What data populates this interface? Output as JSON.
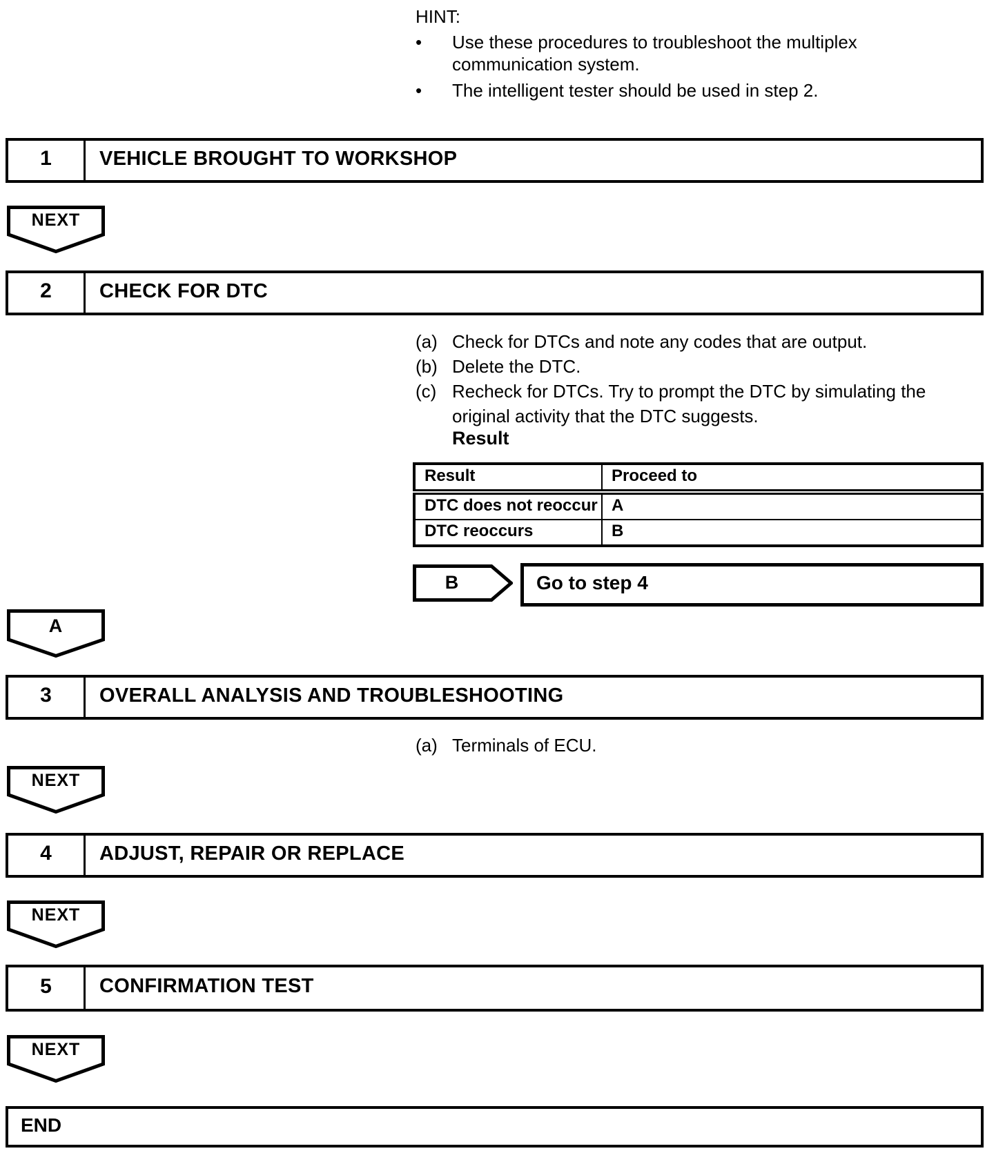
{
  "page": {
    "background": "#ffffff",
    "ink": "#000000"
  },
  "hint": {
    "label": "HINT:",
    "bullet_glyph": "•",
    "bullets": [
      "Use these procedures to troubleshoot the multiplex communication system.",
      "The intelligent tester should be used in step 2."
    ]
  },
  "steps": [
    {
      "num": "1",
      "title": "VEHICLE BROUGHT TO WORKSHOP"
    },
    {
      "num": "2",
      "title": "CHECK FOR DTC"
    },
    {
      "num": "3",
      "title": "OVERALL ANALYSIS AND TROUBLESHOOTING"
    },
    {
      "num": "4",
      "title": "ADJUST, REPAIR OR REPLACE"
    },
    {
      "num": "5",
      "title": "CONFIRMATION TEST"
    }
  ],
  "step2_instructions": [
    {
      "marker": "(a)",
      "text": "Check for DTCs and note any codes that are output."
    },
    {
      "marker": "(b)",
      "text": "Delete the DTC."
    },
    {
      "marker": "(c)",
      "text": "Recheck for DTCs. Try to prompt the DTC by simulating the original activity that the DTC suggests."
    }
  ],
  "result_heading": "Result",
  "result_table": {
    "headers": [
      "Result",
      "Proceed to"
    ],
    "rows": [
      {
        "result": "DTC does not reoccur",
        "proceed": "A"
      },
      {
        "result": "DTC reoccurs",
        "proceed": "B"
      }
    ]
  },
  "connectors": {
    "next_label": "NEXT",
    "a_label": "A",
    "b_label": "B"
  },
  "branch_b_action": "Go to step 4",
  "step3_note": {
    "marker": "(a)",
    "text": "Terminals of ECU."
  },
  "end_label": "END"
}
